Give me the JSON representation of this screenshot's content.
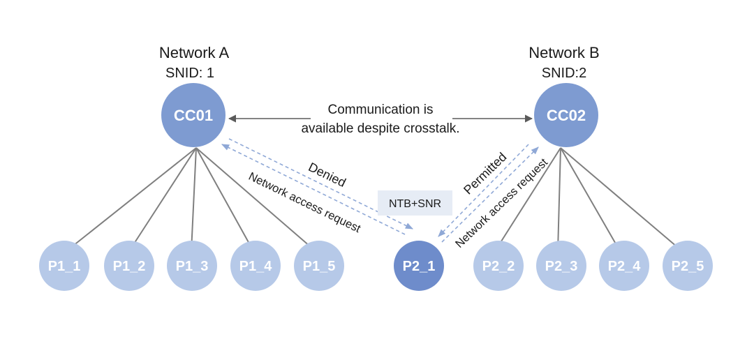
{
  "network_a": {
    "title": "Network A",
    "snid": "SNID: 1",
    "cc": "CC01"
  },
  "network_b": {
    "title": "Network B",
    "snid": "SNID:2",
    "cc": "CC02"
  },
  "communication_note": [
    "Communication is",
    "available despite crosstalk."
  ],
  "labels": {
    "denied": "Denied",
    "request_a": "Network access request",
    "permitted": "Permitted",
    "request_b": "Network access request",
    "ntb_snr": "NTB+SNR"
  },
  "nodes_a": [
    "P1_1",
    "P1_2",
    "P1_3",
    "P1_4",
    "P1_5"
  ],
  "node_p2_1": "P2_1",
  "nodes_b": [
    "P2_2",
    "P2_3",
    "P2_4",
    "P2_5"
  ],
  "colors": {
    "cc": "#7e9bd1",
    "node_light": "#b6c9e8",
    "node_dark": "#6e8ccb",
    "dashed": "#8fa8d6",
    "badge_bg": "#e6ecf5"
  }
}
